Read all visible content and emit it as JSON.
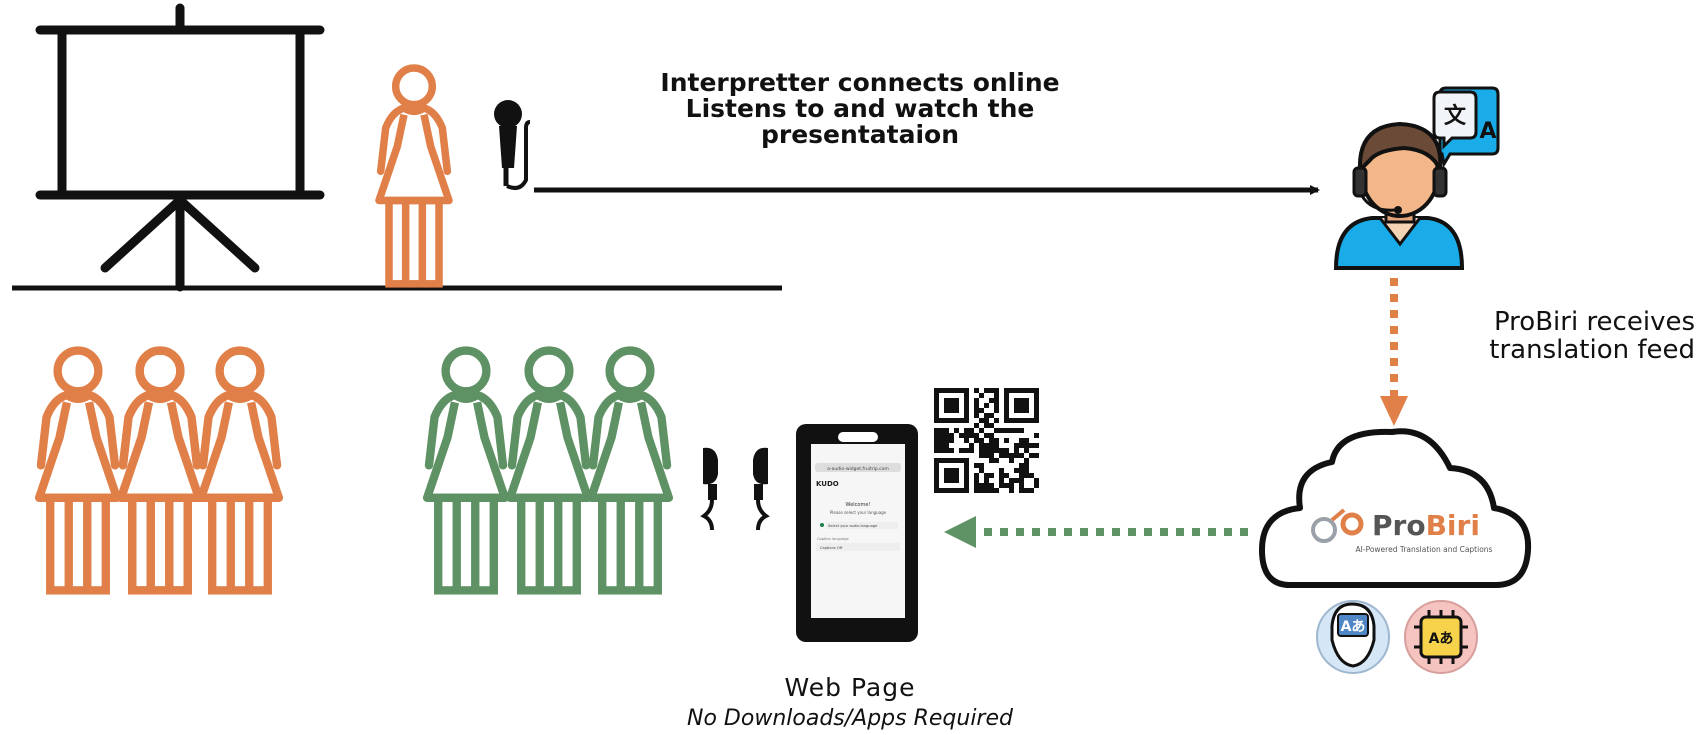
{
  "flow": {
    "interpreter_note": {
      "line1": "Interpretter connects online",
      "line2": "Listens to and watch the",
      "line3": "presentataion"
    },
    "probiri_note": {
      "line1": "ProBiri receives",
      "line2": "translation feed"
    }
  },
  "probiri": {
    "brand_pro": "Pro",
    "brand_biri": "Biri",
    "tagline": "AI-Powered Translation and Captions"
  },
  "web": {
    "title": "Web Page",
    "subtitle": "No Downloads/Apps Required"
  },
  "phone_screen": {
    "url": "a-audio-widget.fruitrip.com",
    "logo": "KUDO",
    "welcome": "Welcome!",
    "prompt": "Please select your language",
    "select_label": "Select your audio language",
    "caption_label": "Caption language",
    "caption_value": "Captions Off"
  },
  "icons": {
    "translate_bubble": "文 A",
    "badge_text": "Aあ"
  },
  "colors": {
    "orange": "#E07F48",
    "green": "#5E9164",
    "black": "#111111",
    "interpreter_blue": "#1AACE8"
  }
}
